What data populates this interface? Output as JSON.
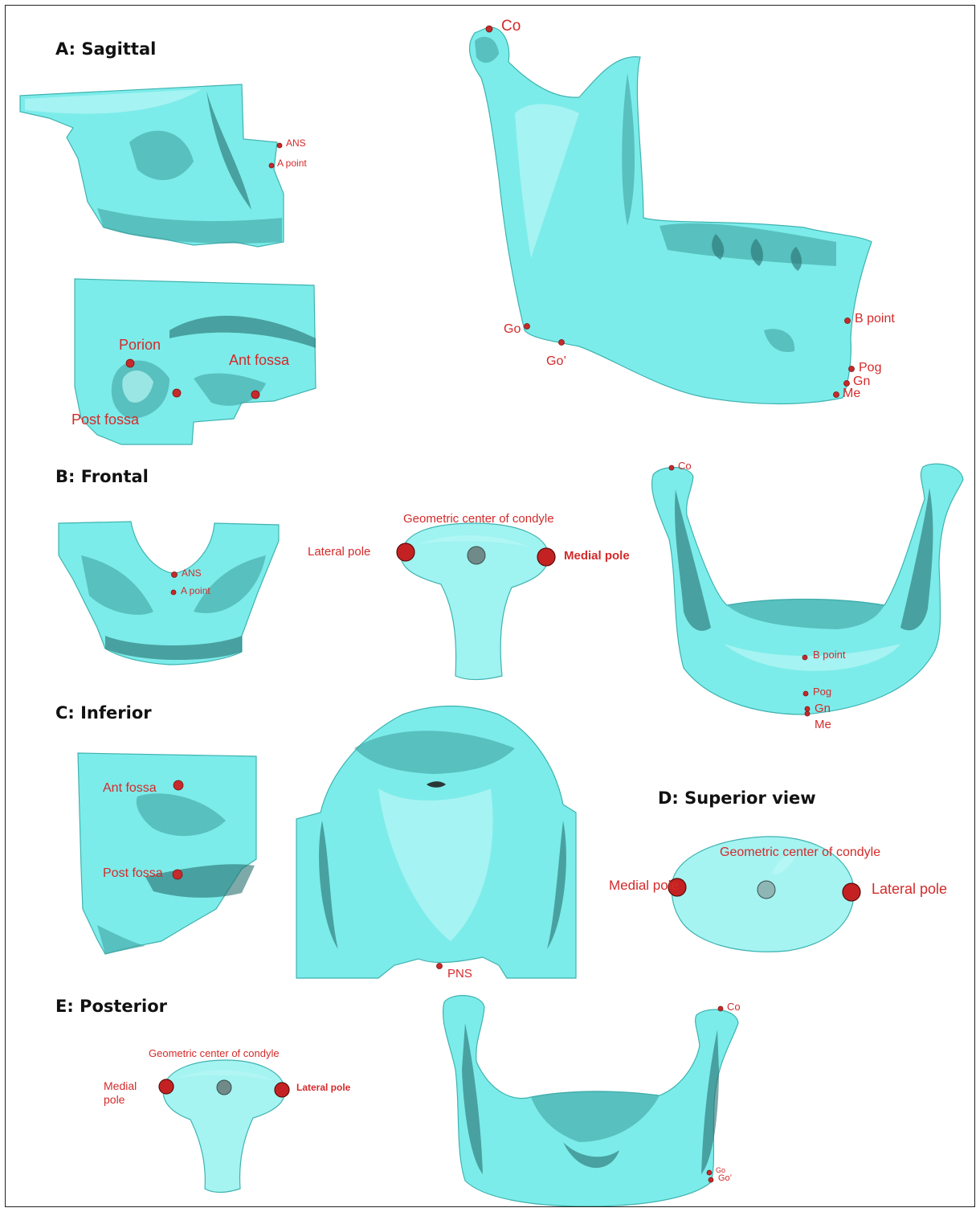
{
  "sections": {
    "sagittal": "A: Sagittal",
    "frontal": "B: Frontal",
    "inferior": "C: Inferior",
    "superior": "D: Superior view",
    "posterior": "E: Posterior"
  },
  "labels": {
    "a_ans": "ANS",
    "a_apoint": "A point",
    "a_porion": "Porion",
    "a_antfossa": "Ant fossa",
    "a_postfossa": "Post fossa",
    "a_co": "Co",
    "a_go": "Go",
    "a_goprime": "Go’",
    "a_bpoint": "B point",
    "a_pog": "Pog",
    "a_gn": "Gn",
    "a_me": "Me",
    "b_ans": "ANS",
    "b_apoint": "A point",
    "b_geocenter": "Geometric center of condyle",
    "b_lateral": "Lateral pole",
    "b_medial": "Medial pole",
    "b_co": "Co",
    "b_bpoint": "B point",
    "b_pog": "Pog",
    "b_gn": "Gn",
    "b_me": "Me",
    "c_antfossa": "Ant fossa",
    "c_postfossa": "Post fossa",
    "c_pns": "PNS",
    "d_geocenter": "Geometric center of condyle",
    "d_medial": "Medial pole",
    "d_lateral": "Lateral pole",
    "e_geocenter": "Geometric center of condyle",
    "e_medial_1": "Medial",
    "e_medial_2": "pole",
    "e_lateral": "Lateral pole",
    "e_co": "Co",
    "e_go": "Go",
    "e_goprime": "Go’"
  },
  "colors": {
    "bone": "#7cecea",
    "landmark": "#c62a2a",
    "label_text": "#d42a2a",
    "center_marker": "#6f8a88"
  }
}
